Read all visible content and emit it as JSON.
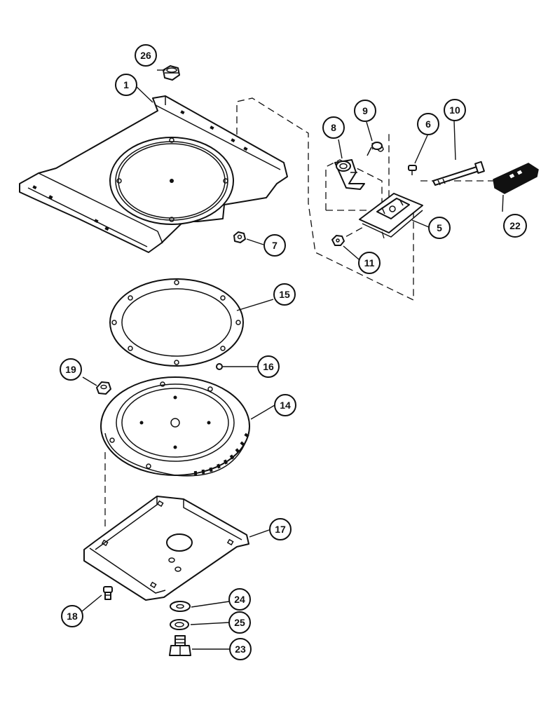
{
  "callouts": [
    {
      "id": "c1",
      "label": "1"
    },
    {
      "id": "c5",
      "label": "5"
    },
    {
      "id": "c6",
      "label": "6"
    },
    {
      "id": "c7",
      "label": "7"
    },
    {
      "id": "c8",
      "label": "8"
    },
    {
      "id": "c9",
      "label": "9"
    },
    {
      "id": "c10",
      "label": "10"
    },
    {
      "id": "c11",
      "label": "11"
    },
    {
      "id": "c14",
      "label": "14"
    },
    {
      "id": "c15",
      "label": "15"
    },
    {
      "id": "c16",
      "label": "16"
    },
    {
      "id": "c17",
      "label": "17"
    },
    {
      "id": "c18",
      "label": "18"
    },
    {
      "id": "c19",
      "label": "19"
    },
    {
      "id": "c22",
      "label": "22"
    },
    {
      "id": "c23",
      "label": "23"
    },
    {
      "id": "c24",
      "label": "24"
    },
    {
      "id": "c25",
      "label": "25"
    },
    {
      "id": "c26",
      "label": "26"
    }
  ]
}
